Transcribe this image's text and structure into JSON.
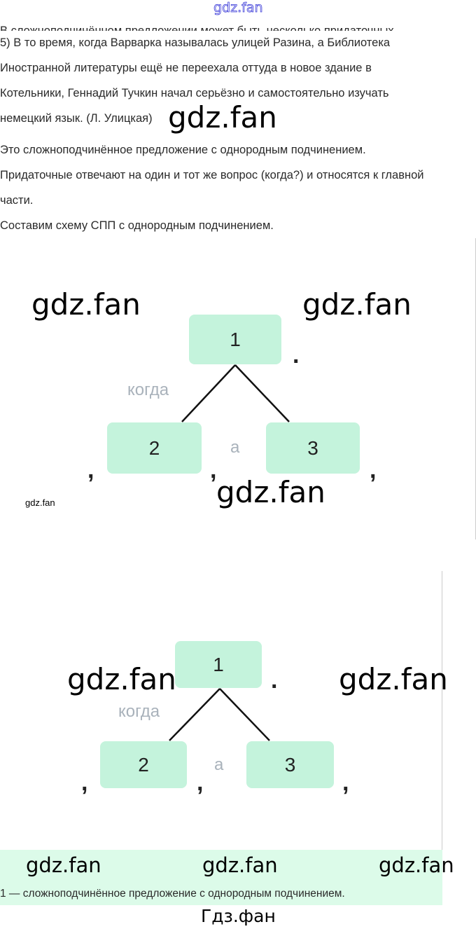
{
  "header_watermark": "gdz.fan",
  "text": {
    "clipped_line": "В сложноподчинённом предложении может быть несколько придаточных",
    "lines": [
      "5) В то время, когда Варварка называлась улицей Разина, а Библиотека",
      "Иностранной литературы ещё не переехала оттуда в новое здание в",
      "Котельники, Геннадий Тучкин начал серьёзно и самостоятельно изучать",
      "немецкий язык. (Л. Улицкая)",
      "Это сложноподчинённое предложение с однородным подчинением.",
      "Придаточные отвечают на один и тот же вопрос (когда?) и относятся к главной",
      "части.",
      "Составим схему СПП с однородным подчинением."
    ]
  },
  "diagram": {
    "main": "1",
    "sub1": "2",
    "sub2": "3",
    "conj_word": "когда",
    "connector": "а",
    "end_mark": ".",
    "comma": ","
  },
  "watermarks": {
    "big": "gdz.fan",
    "small": "gdz.fan"
  },
  "footer": {
    "caption": "1 — сложноподчинённое предложение с однородным подчинением.",
    "brand": "Гдз.фан"
  },
  "colors": {
    "box": "#c4f3dc",
    "band": "#dcfbe9"
  }
}
